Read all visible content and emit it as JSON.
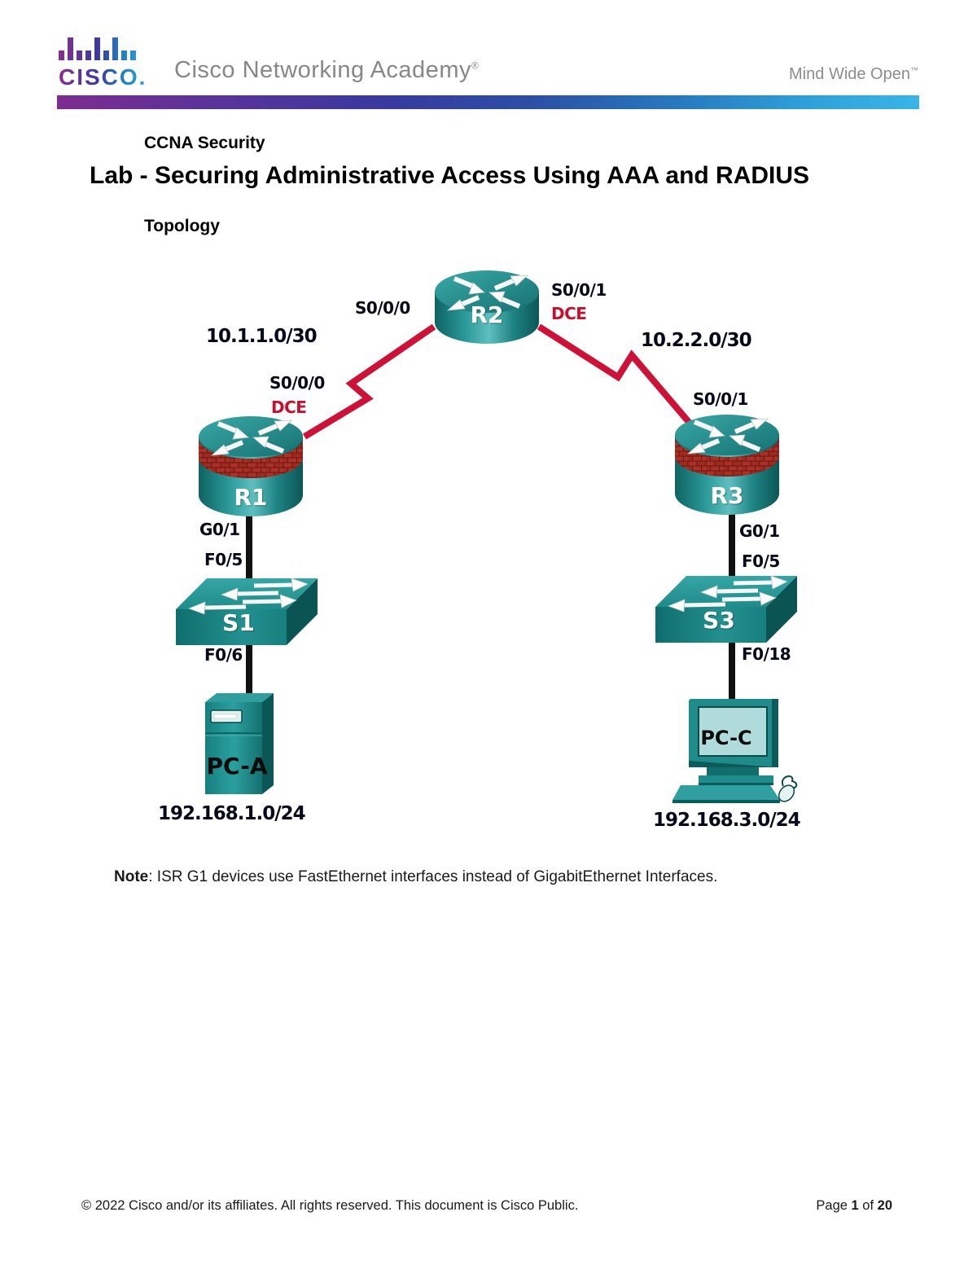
{
  "header": {
    "logo_word": "CISCO.",
    "brand": "Cisco Networking Academy",
    "brand_mark": "®",
    "tagline": "Mind Wide Open",
    "tagline_mark": "™"
  },
  "doc": {
    "course": "CCNA Security",
    "title": "Lab - Securing Administrative Access Using AAA and RADIUS",
    "section": "Topology",
    "note_label": "Note",
    "note_body": ": ISR G1 devices use FastEthernet interfaces instead of GigabitEthernet Interfaces."
  },
  "topology": {
    "devices": {
      "r1": "R1",
      "r2": "R2",
      "r3": "R3",
      "s1": "S1",
      "s3": "S3",
      "pca": "PC-A",
      "pcc": "PC-C"
    },
    "labels": {
      "r2_left_if": "S0/0/0",
      "r2_right_if": "S0/0/1",
      "r2_dce": "DCE",
      "subnet_left": "10.1.1.0/30",
      "subnet_right": "10.2.2.0/30",
      "r1_if": "S0/0/0",
      "r1_dce": "DCE",
      "r3_if": "S0/0/1",
      "r1_lan_if": "G0/1",
      "s1_uplink_if": "F0/5",
      "s1_host_if": "F0/6",
      "r3_lan_if": "G0/1",
      "s3_uplink_if": "F0/5",
      "s3_host_if": "F0/18",
      "lan_left": "192.168.1.0/24",
      "lan_right": "192.168.3.0/24"
    },
    "colors": {
      "serial_link": "#CE1237",
      "ethernet_link": "#111111",
      "dce_text": "#C8102E",
      "device_teal": "#1F8A89"
    }
  },
  "footer": {
    "copyright": "© 2022 Cisco and/or its affiliates. All rights reserved. This document is Cisco Public.",
    "page_word": "Page ",
    "page_number": "1",
    "of_word": " of ",
    "page_total": "20"
  }
}
